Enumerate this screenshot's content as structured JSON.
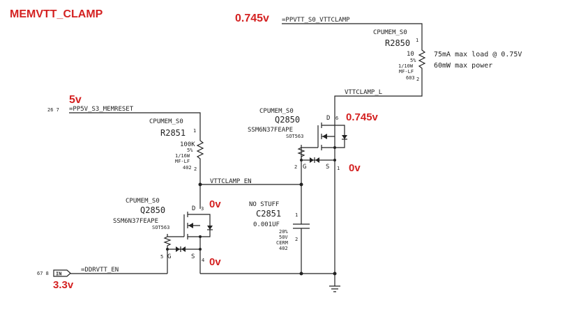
{
  "title": "MEMVTT_CLAMP",
  "voltages": {
    "ppvtt": "0.745v",
    "pp5v": "5v",
    "q_top_drain": "0.745v",
    "q_top_source": "0v",
    "q_bot_drain": "0v",
    "q_bot_source": "0v",
    "ddrvtt_en": "3.3v"
  },
  "nets": {
    "ppvtt": "=PPVTT_S0_VTTCLAMP",
    "pp5v": "=PP5V_S3_MEMRESET",
    "pp5v_ref": "26 7",
    "vttclamp_l": "VTTCLAMP_L",
    "vttclamp_en": "VTTCLAMP_EN",
    "ddrvtt_en": "=DDRVTT_EN",
    "ddrvtt_ref": "67 8",
    "in_tag": "IN"
  },
  "r2850": {
    "domain": "CPUMEM_S0",
    "ref": "R2850",
    "sup": "1",
    "value": "10",
    "tol": "5%",
    "power": "1/10W",
    "type": "MF-LF",
    "pkg": "603",
    "pin_bottom": "2"
  },
  "r2851": {
    "domain": "CPUMEM_S0",
    "ref": "R2851",
    "sup": "1",
    "value": "100K",
    "tol": "5%",
    "power": "1/16W",
    "type": "MF-LF",
    "pkg": "402",
    "pin_bottom": "2"
  },
  "load_note": {
    "line1": "75mA max load @ 0.75V",
    "line2": "60mW max power"
  },
  "q_top": {
    "domain": "CPUMEM_S0",
    "ref": "Q2850",
    "part": "SSM6N37FEAPE",
    "pkg": "SOT563",
    "pin_d": "D",
    "pin_d_num": "6",
    "pin_g": "G",
    "pin_g_num": "2",
    "pin_s": "S",
    "pin_s_num": "1"
  },
  "q_bot": {
    "domain": "CPUMEM_S0",
    "ref": "Q2850",
    "part": "SSM6N37FEAPE",
    "pkg": "SOT563",
    "pin_d": "D",
    "pin_d_num": "3",
    "pin_g": "G",
    "pin_g_num": "5",
    "pin_s": "S",
    "pin_s_num": "4"
  },
  "c2851": {
    "note": "NO STUFF",
    "ref": "C2851",
    "value": "0.001UF",
    "tol": "20%",
    "voltage": "50V",
    "dielectric": "CERM",
    "pkg": "402",
    "pin_top": "1",
    "pin_bottom": "2"
  }
}
